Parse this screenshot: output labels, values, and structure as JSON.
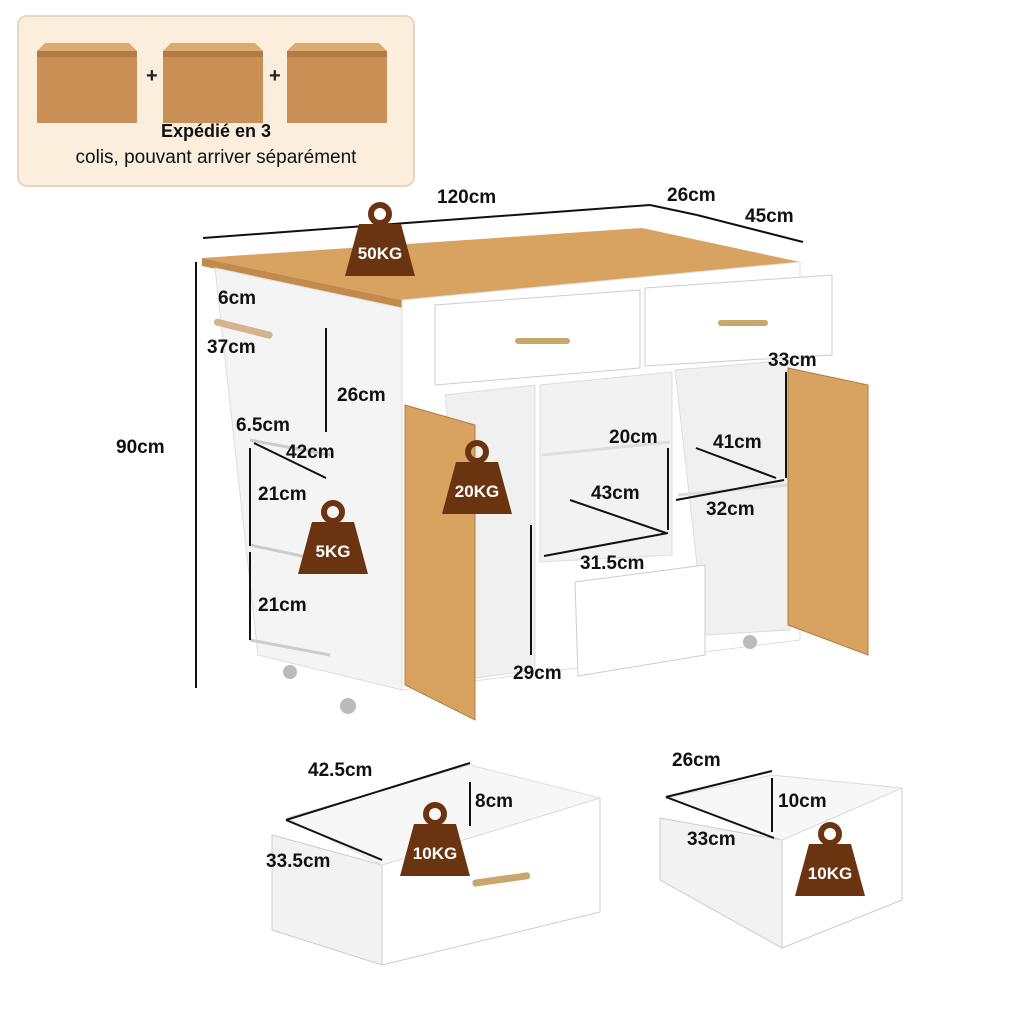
{
  "shipping": {
    "title": "Expédié en 3",
    "subtitle": "colis, pouvant arriver séparément",
    "plus": "+"
  },
  "dimensions": {
    "width": "120cm",
    "overhang": "26cm",
    "depth": "45cm",
    "height": "90cm",
    "towel_bar_gap": "6cm",
    "towel_bar_length": "37cm",
    "side_rack_height": "26cm",
    "side_rack_width": "6.5cm",
    "side_rack_depth": "42cm",
    "side_shelf_1": "21cm",
    "side_shelf_2": "21cm",
    "left_cabinet_bottom": "29cm",
    "middle_shelf_height": "20cm",
    "middle_shelf_depth": "43cm",
    "middle_shelf_width": "31.5cm",
    "right_cabinet_height": "33cm",
    "right_cabinet_depth": "41cm",
    "right_cabinet_width": "32cm",
    "drawer_large_width": "42.5cm",
    "drawer_large_height": "8cm",
    "drawer_large_depth": "33.5cm",
    "drawer_small_width": "26cm",
    "drawer_small_height": "10cm",
    "drawer_small_depth": "33cm"
  },
  "weights": {
    "top": "50KG",
    "cabinet": "20KG",
    "side_rack": "5KG",
    "drawer_large": "10KG",
    "drawer_small": "10KG"
  },
  "colors": {
    "wood": "#d8a261",
    "weight": "#6b3410",
    "banner": "#fbeedd",
    "handle": "#c9a66b"
  }
}
